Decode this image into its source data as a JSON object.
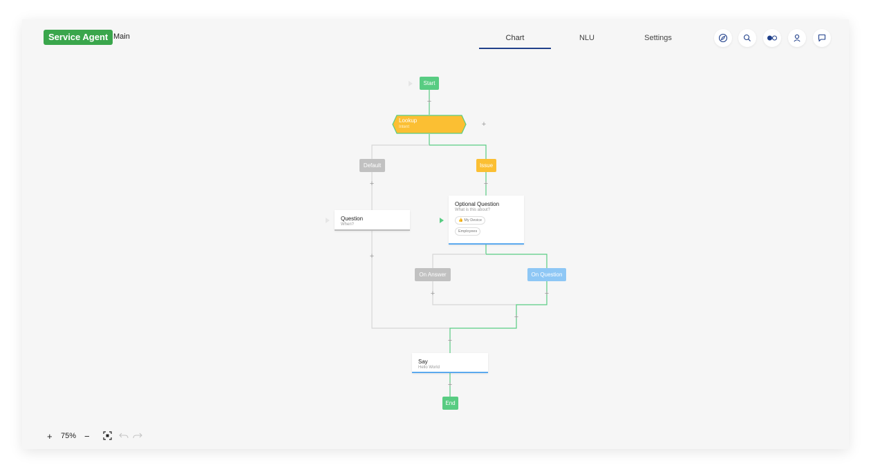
{
  "header": {
    "brand": "Service Agent",
    "main": "Main",
    "tabs": [
      {
        "label": "Chart"
      },
      {
        "label": "NLU"
      },
      {
        "label": "Settings"
      }
    ],
    "icons": [
      "compass-icon",
      "search-icon",
      "toggle-icon",
      "user-icon",
      "chat-icon"
    ]
  },
  "flow": {
    "start": "Start",
    "lookup": {
      "title": "Lookup",
      "sub": "Intent"
    },
    "default": "Default",
    "issue": "Issue",
    "question": {
      "title": "Question",
      "sub": "When?"
    },
    "optional_question": {
      "title": "Optional Question",
      "sub": "What is this about?",
      "chips": [
        "👍 My Device",
        "Employees"
      ]
    },
    "on_answer": "On Answer",
    "on_question": "On Question",
    "say": {
      "title": "Say",
      "sub": "Hello World"
    },
    "end": "End",
    "plus": "+"
  },
  "footer": {
    "zoom_in": "+",
    "zoom_level": "75%",
    "zoom_out": "−"
  },
  "colors": {
    "brand": "#3aa64c",
    "node_green": "#58cc82",
    "node_orange": "#fbbf33",
    "node_grey": "#c1c1c1",
    "node_blue": "#8ec7f5",
    "line_green": "#58cc82",
    "line_grey": "#d6d6d6",
    "tab_active": "#1f3f8a"
  }
}
